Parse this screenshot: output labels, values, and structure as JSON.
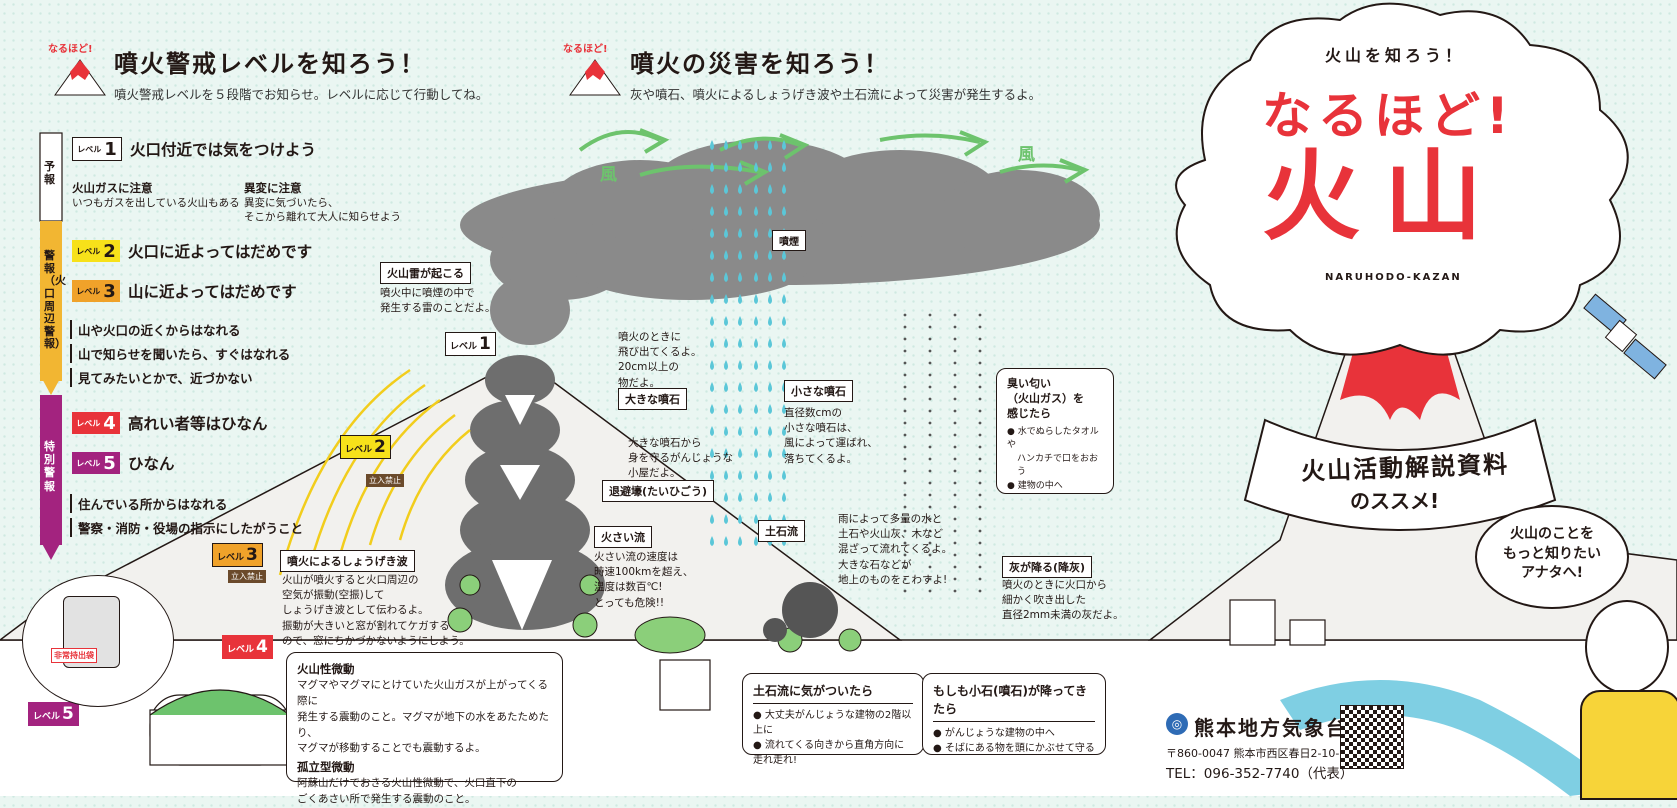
{
  "badge": "なるほど!",
  "section1": {
    "title": "噴火警戒レベルを知ろう！",
    "subtitle": "噴火警戒レベルを５段階でお知らせ。レベルに応じて行動してね。"
  },
  "section2": {
    "title": "噴火の災害を知ろう！",
    "subtitle": "灰や噴石、噴火によるしょうげき波や土石流によって災害が発生するよ。"
  },
  "level_word": "レベル",
  "sidebar": {
    "forecast": "予報",
    "warning": "警報（火口周辺警報）",
    "special": "特別警報"
  },
  "levels": [
    {
      "num": "1",
      "text": "火口付近では気をつけよう",
      "color": "#ffffff"
    },
    {
      "num": "2",
      "text": "火口に近よってはだめです",
      "color": "#f7e11a"
    },
    {
      "num": "3",
      "text": "山に近よってはだめです",
      "color": "#f0a22a"
    },
    {
      "num": "4",
      "text": "高れい者等はひなん",
      "color": "#e8333a"
    },
    {
      "num": "5",
      "text": "ひなん",
      "color": "#a3237f"
    }
  ],
  "level1_notes": {
    "gas_title": "火山ガスに注意",
    "gas_desc": "いつもガスを出している火山もある",
    "change_title": "異変に注意",
    "change_desc1": "異変に気づいたら、",
    "change_desc2": "そこから離れて大人に知らせよう"
  },
  "warning_lines": [
    "山や火口の近くからはなれる",
    "山で知らせを聞いたら、すぐはなれる",
    "見てみたいとかで、近づかない"
  ],
  "special_lines": [
    "住んでいる所からはなれる",
    "警察・消防・役場の指示にしたがうこと"
  ],
  "scene": {
    "wind": "風",
    "plume": "噴煙",
    "lightning_title": "火山雷が起こる",
    "lightning_desc1": "噴火中に噴煙の中で",
    "lightning_desc2": "発生する雷のことだよ。",
    "bomb_desc": [
      "噴火のときに",
      "飛び出てくるよ。",
      "20cm以上の",
      "物だよ。"
    ],
    "big_stone": "大きな噴石",
    "shelter_desc": [
      "大きな噴石から",
      "身を守るがんじょうな",
      "小屋だよ。"
    ],
    "shelter": "退避壕(たいひごう)",
    "small_stone": "小さな噴石",
    "small_stone_desc": [
      "直径数cmの",
      "小さな噴石は、",
      "風によって運ばれ、",
      "落ちてくるよ。"
    ],
    "pyro": "火さい流",
    "pyro_desc": [
      "火さい流の速度は",
      "時速100kmを超え、",
      "温度は数百℃!",
      "とっても危険!!"
    ],
    "lahar": "土石流",
    "lahar_desc": [
      "雨によって多量の水と",
      "土石や火山灰、木など",
      "混ざって流れてくるよ。",
      "大きな石などが",
      "地上のものをこわすよ!"
    ],
    "ash": "灰が降る(降灰)",
    "ash_desc": [
      "噴火のときに火口から",
      "細かく吹き出した",
      "直径2mm未満の灰だよ。"
    ],
    "shock": "噴火によるしょうげき波",
    "shock_desc": [
      "火山が噴火すると火口周辺の",
      "空気が振動(空振)して",
      "しょうげき波として伝わるよ。",
      "振動が大きいと窓が割れてケガする",
      "ので、窓にちかづかないようにしよう。"
    ],
    "no_entry": "立入禁止",
    "bag_label": "非常持出袋"
  },
  "cards": {
    "quake": {
      "title1": "火山性微動",
      "desc1": [
        "マグマやマグマにとけていた火山ガスが上がってくる際に",
        "発生する震動のこと。マグマが地下の水をあたためたり、",
        "マグマが移動することでも震動するよ。"
      ],
      "title2": "孤立型微動",
      "desc2": [
        "阿蘇山だけでおきる火山性微動で、火口直下の",
        "ごくあさい所で発生する震動のこと。"
      ]
    },
    "lahar": {
      "title": "土石流に気がついたら",
      "items": [
        "大丈夫がんじょうな建物の2階以上に",
        "流れてくる向きから直角方向に走れ走れ!"
      ]
    },
    "stone": {
      "title": "もしも小石(噴石)が降ってきたら",
      "items": [
        "がんじょうな建物の中へ",
        "そばにある物を頭にかぶせて守る"
      ]
    },
    "gas": {
      "title": [
        "臭い匂い",
        "（火山ガス）を",
        "感じたら"
      ],
      "items": [
        "水でぬらしたタオルや",
        "ハンカチで口をおおう",
        "建物の中へ"
      ]
    }
  },
  "cover": {
    "tagline": "火山を知ろう！",
    "title_top": "なるほど!",
    "title_main": "火山",
    "romaji": "NARUHODO-KAZAN",
    "band": "火山活動解説資料",
    "band2": "のススメ!",
    "speech": [
      "火山のことを",
      "もっと知りたい",
      "アナタへ!"
    ]
  },
  "colors": {
    "red": "#e8333a",
    "mint": "#eaf6f2",
    "green": "#6dc36d",
    "cloud": "#8a8a8a"
  },
  "footer": {
    "org": "熊本地方気象台",
    "address": "〒860-0047 熊本市西区春日2-10-1",
    "tel": "TEL：096-352-7740（代表）"
  }
}
